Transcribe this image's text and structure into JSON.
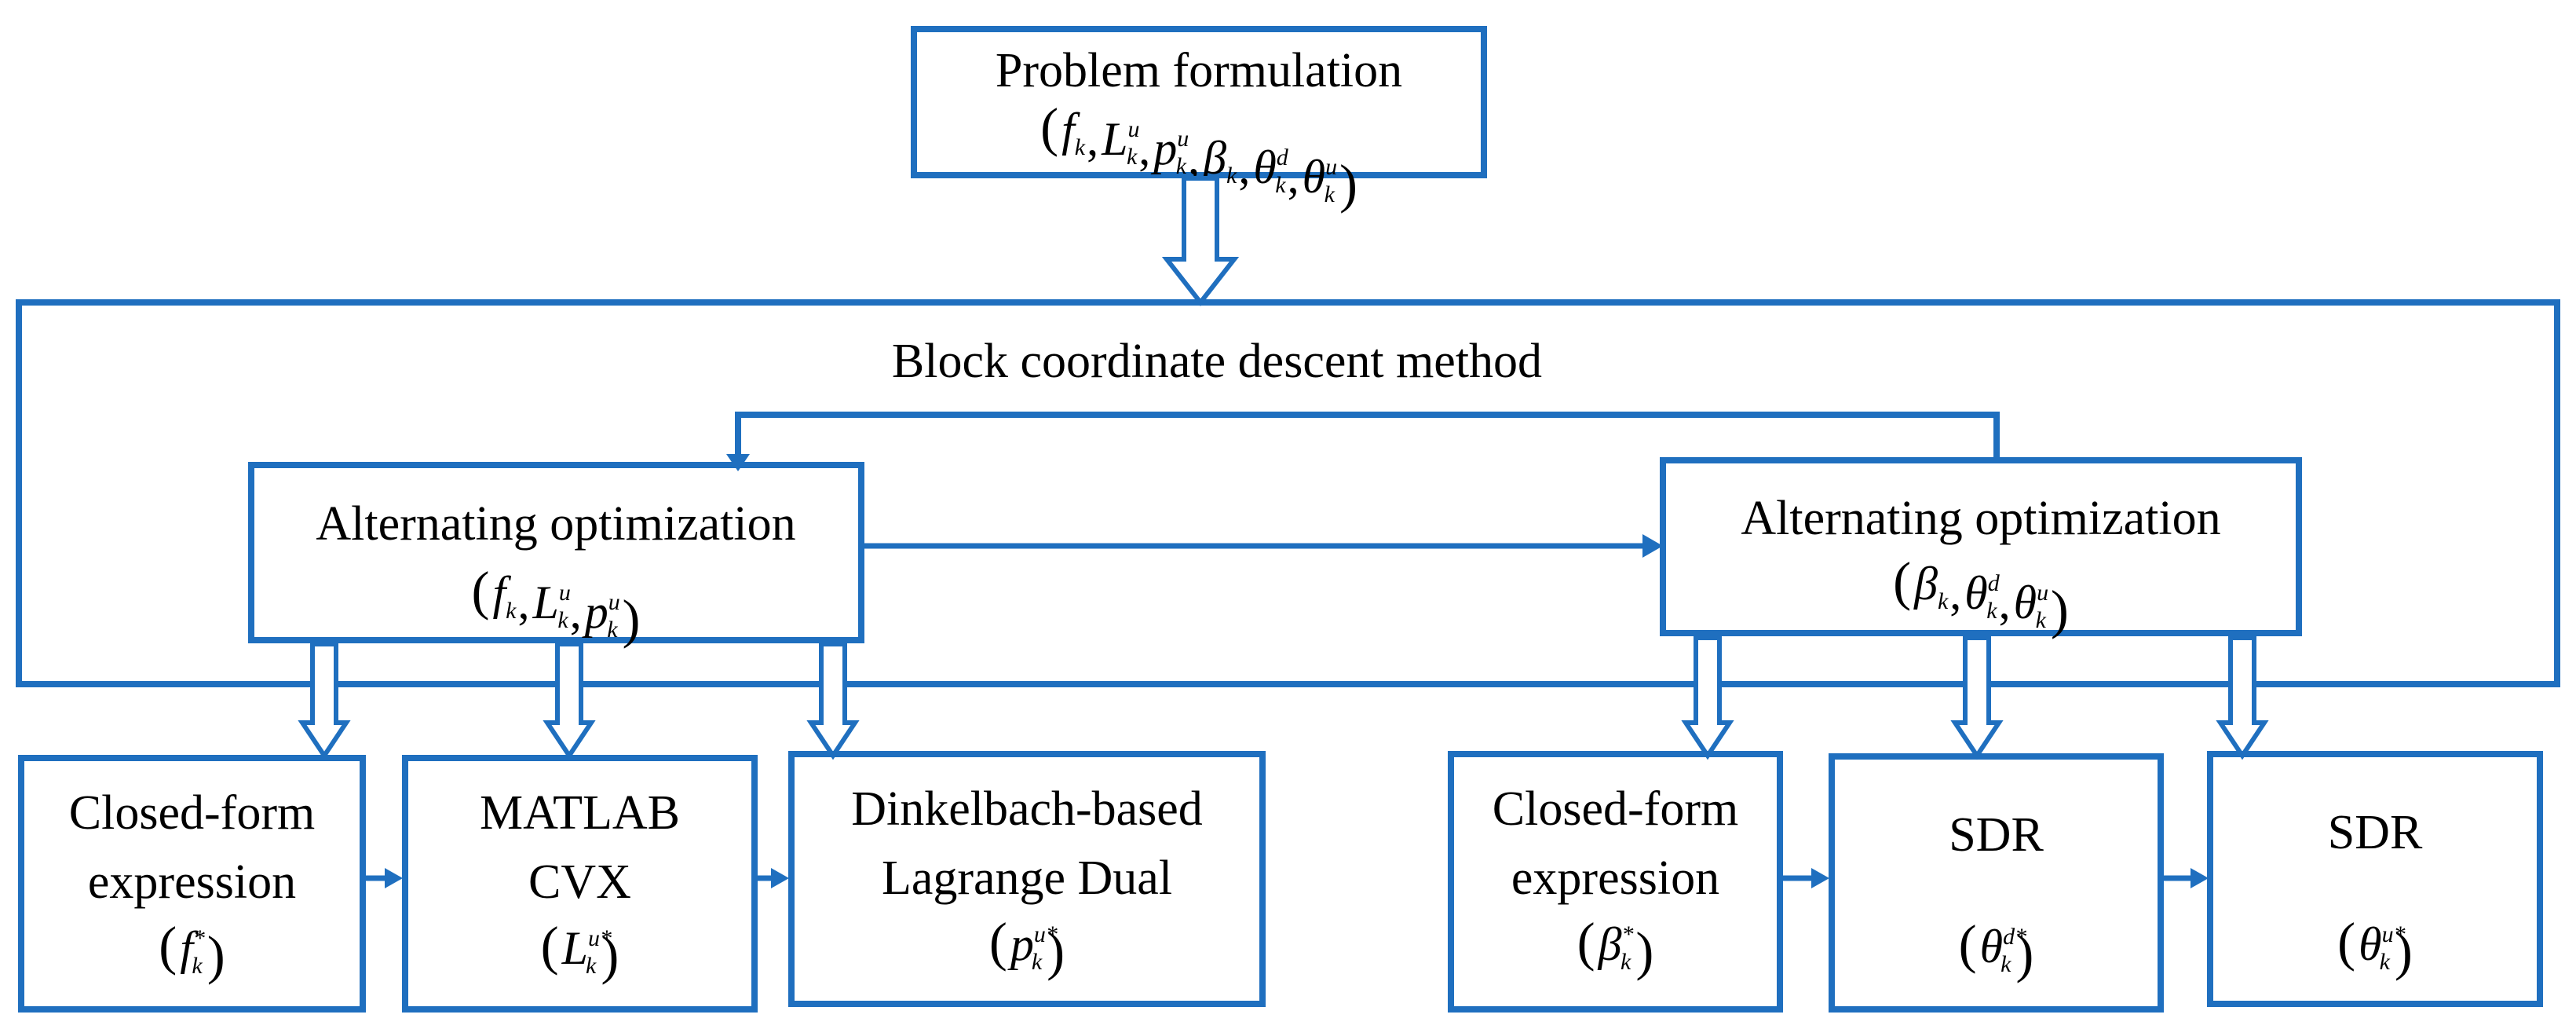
{
  "colors": {
    "accent": "#1f6fbf",
    "text": "#000000",
    "background": "#ffffff"
  },
  "problem": {
    "title": "Problem formulation",
    "vars": [
      {
        "base": "f",
        "sub": "k",
        "sup": ""
      },
      {
        "base": "L",
        "sub": "k",
        "sup": "u"
      },
      {
        "base": "p",
        "sub": "k",
        "sup": "u"
      },
      {
        "base": "β",
        "sub": "k",
        "sup": ""
      },
      {
        "base": "θ",
        "sub": "k",
        "sup": "d"
      },
      {
        "base": "θ",
        "sub": "k",
        "sup": "u"
      }
    ]
  },
  "bcd": {
    "title": "Block coordinate descent method"
  },
  "ao_left": {
    "title": "Alternating optimization",
    "vars": [
      {
        "base": "f",
        "sub": "k",
        "sup": ""
      },
      {
        "base": "L",
        "sub": "k",
        "sup": "u"
      },
      {
        "base": "p",
        "sub": "k",
        "sup": "u"
      }
    ]
  },
  "ao_right": {
    "title": "Alternating optimization",
    "vars": [
      {
        "base": "β",
        "sub": "k",
        "sup": ""
      },
      {
        "base": "θ",
        "sub": "k",
        "sup": "d"
      },
      {
        "base": "θ",
        "sub": "k",
        "sup": "u"
      }
    ]
  },
  "methods": [
    {
      "lines": [
        "Closed-form",
        "expression"
      ],
      "var": {
        "base": "f",
        "sub": "k",
        "sup": "*"
      }
    },
    {
      "lines": [
        "MATLAB",
        "CVX"
      ],
      "var": {
        "base": "L",
        "sub": "k",
        "sup": "u*"
      }
    },
    {
      "lines": [
        "Dinkelbach-based",
        "Lagrange Dual"
      ],
      "var": {
        "base": "p",
        "sub": "k",
        "sup": "u*"
      }
    },
    {
      "lines": [
        "Closed-form",
        "expression"
      ],
      "var": {
        "base": "β",
        "sub": "k",
        "sup": "*"
      }
    },
    {
      "lines": [
        "SDR"
      ],
      "var": {
        "base": "θ",
        "sub": "k",
        "sup": "d*"
      }
    },
    {
      "lines": [
        "SDR"
      ],
      "var": {
        "base": "θ",
        "sub": "k",
        "sup": "u*"
      }
    }
  ]
}
